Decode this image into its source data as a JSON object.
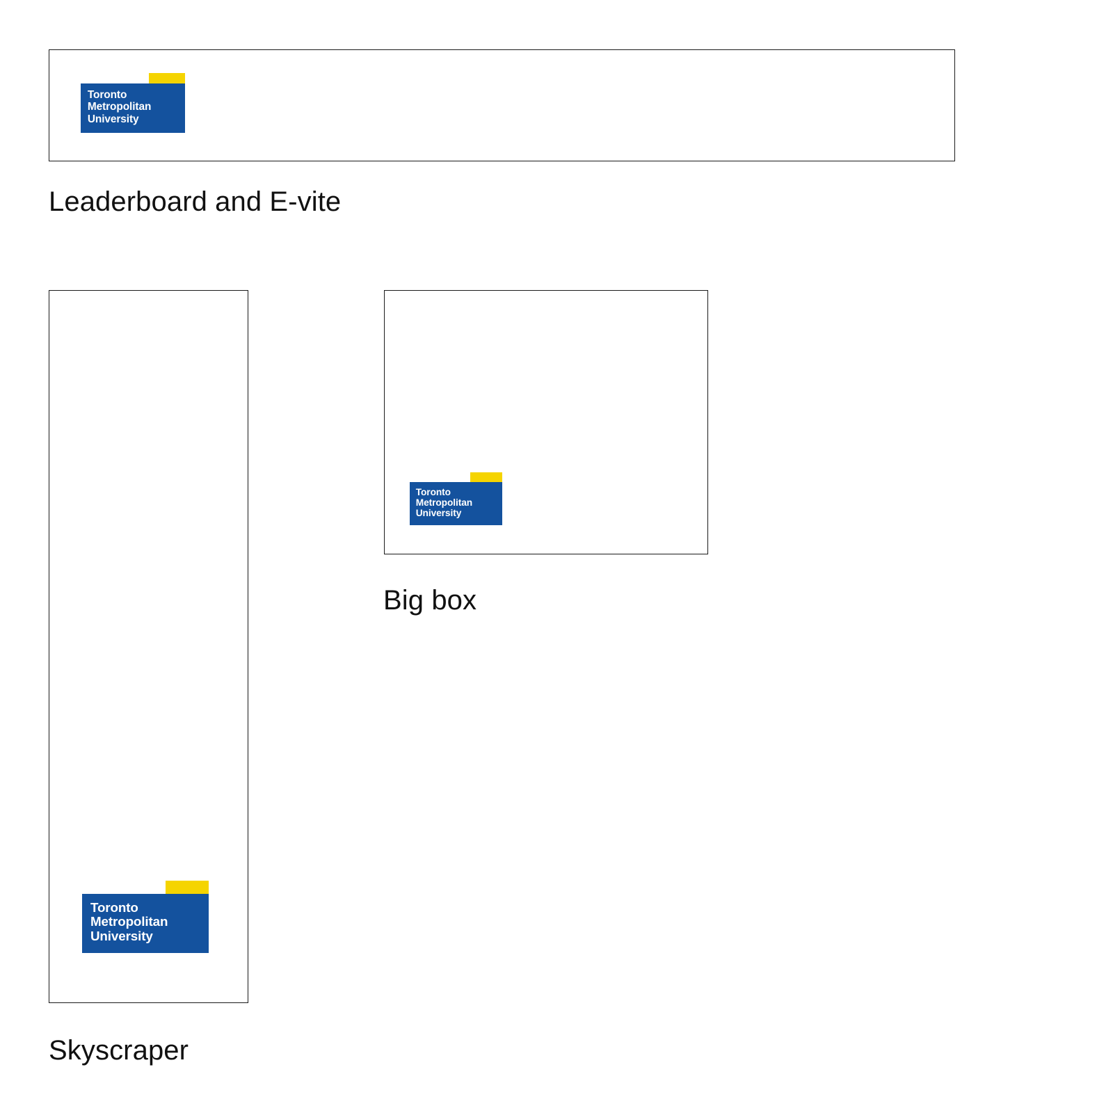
{
  "page": {
    "background_color": "#ffffff",
    "text_color": "#111111"
  },
  "brand": {
    "name": "Toronto Metropolitan University",
    "blue": "#14529E",
    "yellow": "#F5D400",
    "wordmark_lines": [
      "Toronto",
      "Metropolitan",
      "University"
    ]
  },
  "placements": [
    {
      "id": "leaderboard",
      "caption": "Leaderboard and E-vite",
      "logo_alt": "Toronto Metropolitan University"
    },
    {
      "id": "bigbox",
      "caption": "Big box",
      "logo_alt": "Toronto Metropolitan University"
    },
    {
      "id": "skyscraper",
      "caption": "Skyscraper",
      "logo_alt": "Toronto Metropolitan University"
    }
  ]
}
